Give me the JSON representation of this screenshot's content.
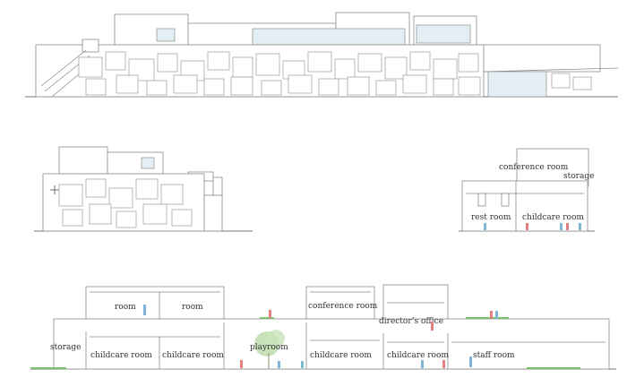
{
  "labels": {
    "s1_conference": "conference room",
    "s1_storage": "storage",
    "s1_rest": "rest room",
    "s1_childcare": "childcare room",
    "s2_room1": "room",
    "s2_room2": "room",
    "s2_conference": "conference room",
    "s2_director": "director’s office",
    "s2_storage": "storage",
    "s2_childcare1": "childcare room",
    "s2_childcare2": "childcare room",
    "s2_playroom": "playroom",
    "s2_childcare3": "childcare room",
    "s2_childcare4": "childcare room",
    "s2_staff": "staff room"
  },
  "colors": {
    "line": "#8c8c8c",
    "glass": "#e3eef5",
    "grass": "#7cc26a",
    "tree": "#b9d9a8",
    "figure_blue": "#7fb6d8",
    "figure_red": "#e57f7f"
  }
}
